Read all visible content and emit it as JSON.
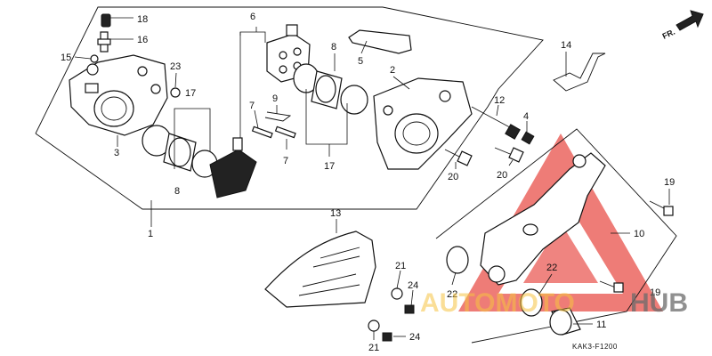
{
  "diagram": {
    "direction_label": "FR.",
    "drawing_code": "KAK3-F1200",
    "watermark": {
      "part1": "AUTOMOTO",
      "part2": "HUB",
      "accent_color": "#f5c242",
      "logo_color": "#e8504a"
    },
    "part_numbers": {
      "n1": "1",
      "n2": "2",
      "n3": "3",
      "n4": "4",
      "n5": "5",
      "n6": "6",
      "n7a": "7",
      "n7b": "7",
      "n8a": "8",
      "n8b": "8",
      "n9": "9",
      "n10": "10",
      "n11": "11",
      "n12": "12",
      "n13": "13",
      "n14": "14",
      "n15": "15",
      "n16": "16",
      "n17a": "17",
      "n17b": "17",
      "n18": "18",
      "n19a": "19",
      "n19b": "19",
      "n20a": "20",
      "n20b": "20",
      "n21a": "21",
      "n21b": "21",
      "n22a": "22",
      "n22b": "22",
      "n23": "23",
      "n24a": "24",
      "n24b": "24"
    }
  }
}
